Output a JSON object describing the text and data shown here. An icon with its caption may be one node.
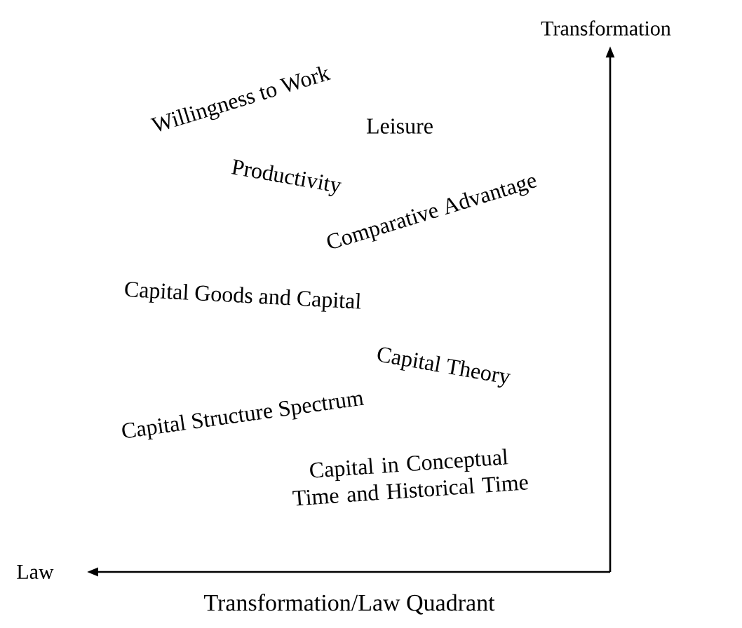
{
  "diagram": {
    "caption": "Transformation/Law Quadrant",
    "labels": [
      "Transformation",
      "Willingness to Work",
      "Leisure",
      "Productivity",
      "Comparative Advantage",
      "Capital Goods and Capital",
      "Capital Theory",
      "Capital Structure Spectrum",
      "Capital in Conceptual Time and Historical Time",
      "Law"
    ]
  }
}
